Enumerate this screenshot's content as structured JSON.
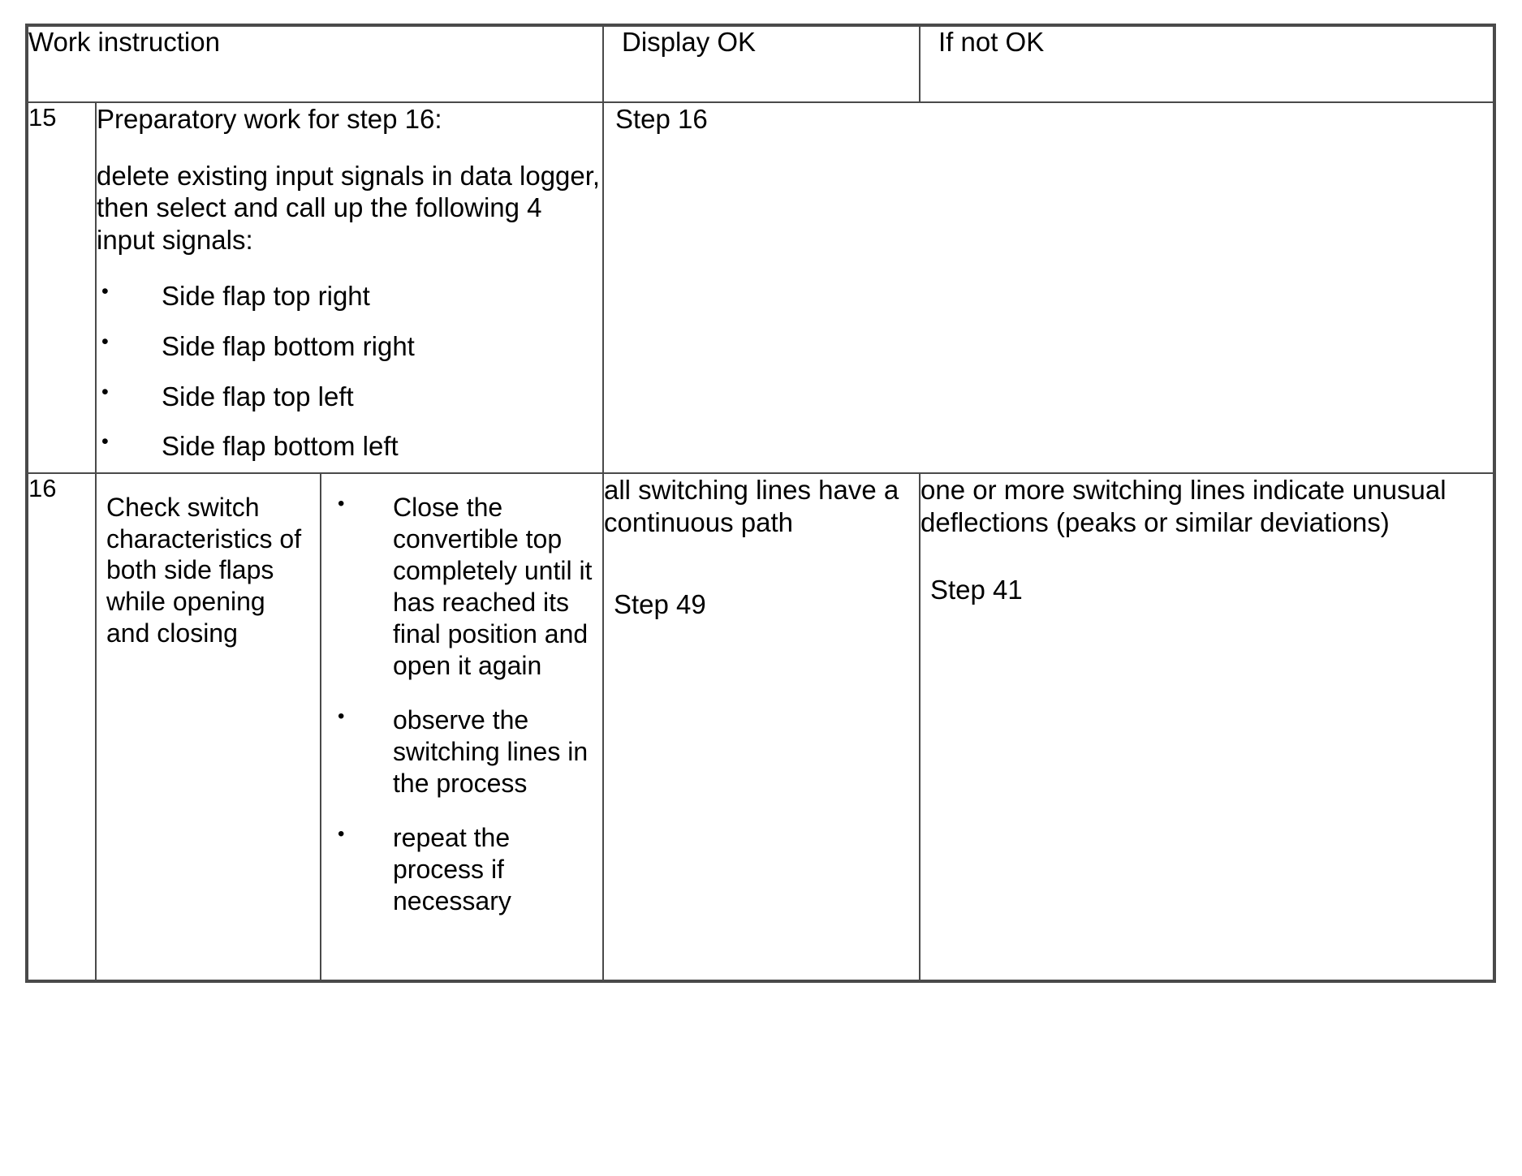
{
  "table": {
    "headers": {
      "work_instruction": "Work instruction",
      "display_ok": "Display OK",
      "if_not_ok": "If not OK"
    },
    "rows": [
      {
        "number": "15",
        "instruction_intro": "Preparatory work for step 16:",
        "instruction_body": "delete existing input signals in data logger, then select and call up the following 4 input signals:",
        "bullets": [
          "Side flap top right",
          "Side flap bottom right",
          "Side flap top left",
          "Side flap bottom left"
        ],
        "display_ok": {
          "step_ref": "Step 16"
        }
      },
      {
        "number": "16",
        "instruction": "Check switch characteristics of both side flaps while opening and closing",
        "detail_bullets": [
          "Close the convertible top completely until it has reached its final position and open it again",
          "observe the switching lines in the process",
          "repeat the process if necessary"
        ],
        "display_ok": {
          "text": "all switching lines have a continuous path",
          "step_ref": "Step 49"
        },
        "if_not_ok": {
          "text": "one or more switching lines indicate unusual deflections (peaks or similar deviations)",
          "step_ref": "Step 41"
        }
      }
    ],
    "bullet_glyph": "•",
    "border_color": "#4a4a4a"
  }
}
